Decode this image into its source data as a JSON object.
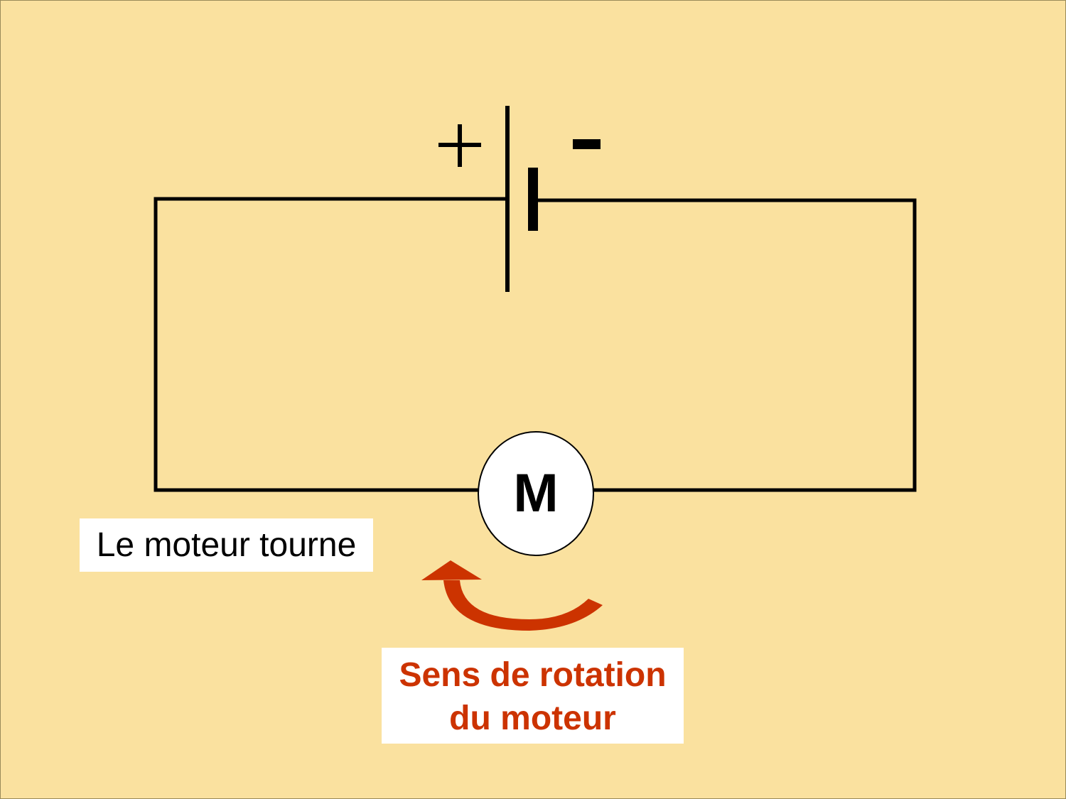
{
  "diagram": {
    "battery": {
      "plus_symbol": "+",
      "minus_symbol": "-"
    },
    "motor": {
      "label": "M"
    },
    "status_label": "Le moteur tourne",
    "rotation_label": {
      "line1": "Sens de rotation",
      "line2": "du moteur"
    },
    "colors": {
      "background": "#FAE19F",
      "wire": "#000000",
      "arrow": "#CC3300",
      "label_bg": "#FFFFFF"
    }
  }
}
